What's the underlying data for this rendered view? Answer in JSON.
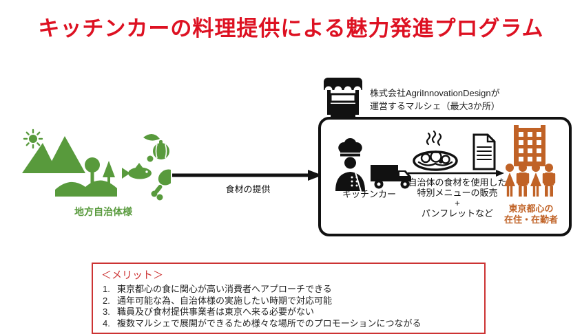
{
  "title": "キッチンカーの料理提供による魅力発進プログラム",
  "colors": {
    "title_red": "#dd1122",
    "green": "#589a3c",
    "orange": "#c06226",
    "black": "#111111",
    "merit_red": "#cc3333"
  },
  "source": {
    "label": "地方自治体様"
  },
  "supply_arrow": {
    "label": "食材の提供"
  },
  "marche": {
    "line1": "株式会社AgriInnovationDesignが",
    "line2": "運営するマルシェ（最大3か所）"
  },
  "box": {
    "kitchen_car_label": "キッチンカー",
    "menu_line1": "自治体の食材を使用した",
    "menu_line2": "特別メニューの販売",
    "menu_plus": "+",
    "menu_line3": "パンフレットなど",
    "audience_line1": "東京都心の",
    "audience_line2": "在住・在勤者"
  },
  "merit": {
    "title": "＜メリット＞",
    "items": [
      {
        "num": "1.",
        "text": "東京都心の食に関心が高い消費者へアプローチできる"
      },
      {
        "num": "2.",
        "text": "通年可能な為、自治体様の実施したい時期で対応可能"
      },
      {
        "num": "3.",
        "text": "職員及び食材提供事業者は東京へ来る必要がない"
      },
      {
        "num": "4.",
        "text": "複数マルシェで展開ができるため様々な場所でのプロモーションにつながる"
      }
    ]
  }
}
